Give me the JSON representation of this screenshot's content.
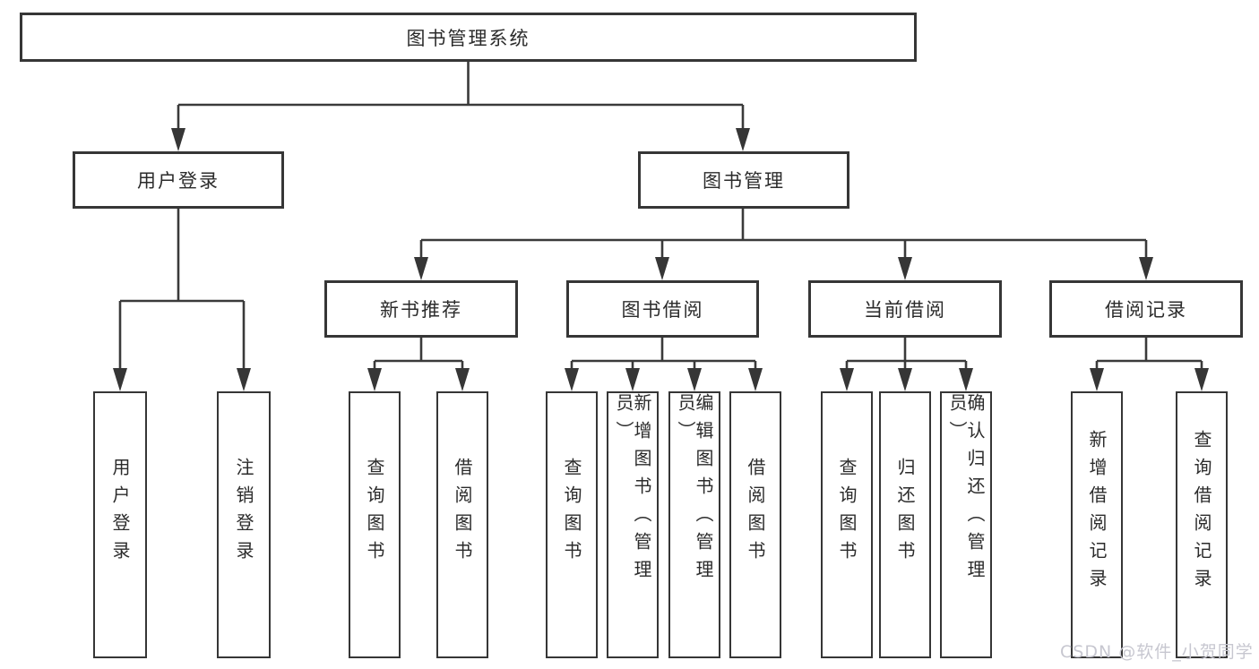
{
  "colors": {
    "background": "#ffffff",
    "box_border": "#363636",
    "connector_line": "#3a3a3a",
    "text": "#2b2b2b",
    "watermark_text": "#c7c7d0"
  },
  "root": {
    "label": "图书管理系统"
  },
  "branches": {
    "user_login": {
      "label": "用户登录",
      "children": [
        {
          "label": "用户登录"
        },
        {
          "label": "注销登录"
        }
      ]
    },
    "book_management": {
      "label": "图书管理",
      "sections": [
        {
          "label": "新书推荐",
          "children": [
            {
              "label": "查询图书"
            },
            {
              "label": "借阅图书"
            }
          ]
        },
        {
          "label": "图书借阅",
          "children": [
            {
              "label": "查询图书"
            },
            {
              "label": "新增图书（管理员）"
            },
            {
              "label": "编辑图书（管理员）"
            },
            {
              "label": "借阅图书"
            }
          ]
        },
        {
          "label": "当前借阅",
          "children": [
            {
              "label": "查询图书"
            },
            {
              "label": "归还图书"
            },
            {
              "label": "确认归还（管理员）"
            }
          ]
        },
        {
          "label": "借阅记录",
          "children": [
            {
              "label": "新增借阅记录"
            },
            {
              "label": "查询借阅记录"
            }
          ]
        }
      ]
    }
  },
  "watermark": {
    "text": "CSDN @软件_小贺同学"
  }
}
